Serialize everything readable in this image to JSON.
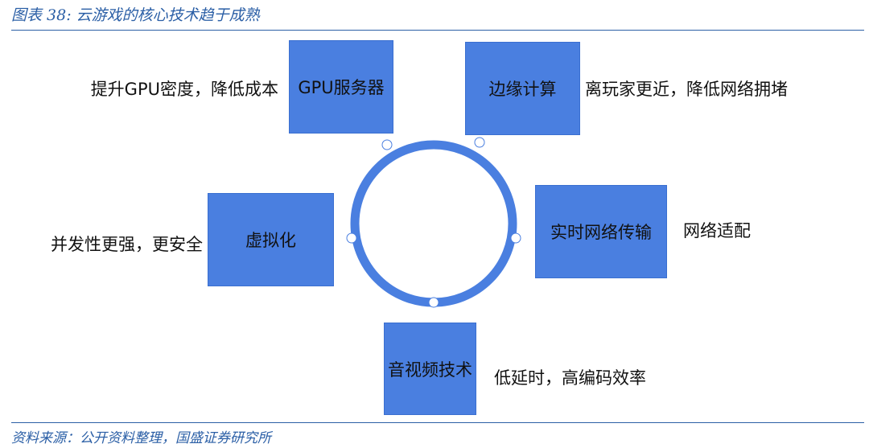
{
  "header": {
    "title": "图表 38:  云游戏的核心技术趋于成熟"
  },
  "footer": {
    "source": "资料来源：公开资料整理，国盛证券研究所"
  },
  "nodes": [
    {
      "label": "GPU服务器",
      "desc": "提升GPU密度，降低成本"
    },
    {
      "label": "边缘计算",
      "desc": "离玩家更近，降低网络拥堵"
    },
    {
      "label": "虚拟化",
      "desc": "并发性更强，更安全"
    },
    {
      "label": "实时网络传输",
      "desc": "网络适配"
    },
    {
      "label": "音视频技术",
      "desc": "低延时，高编码效率"
    }
  ],
  "colors": {
    "accent": "#2b5fa6",
    "node_fill": "#4a7fe0",
    "ring": "#4a7fe0"
  }
}
